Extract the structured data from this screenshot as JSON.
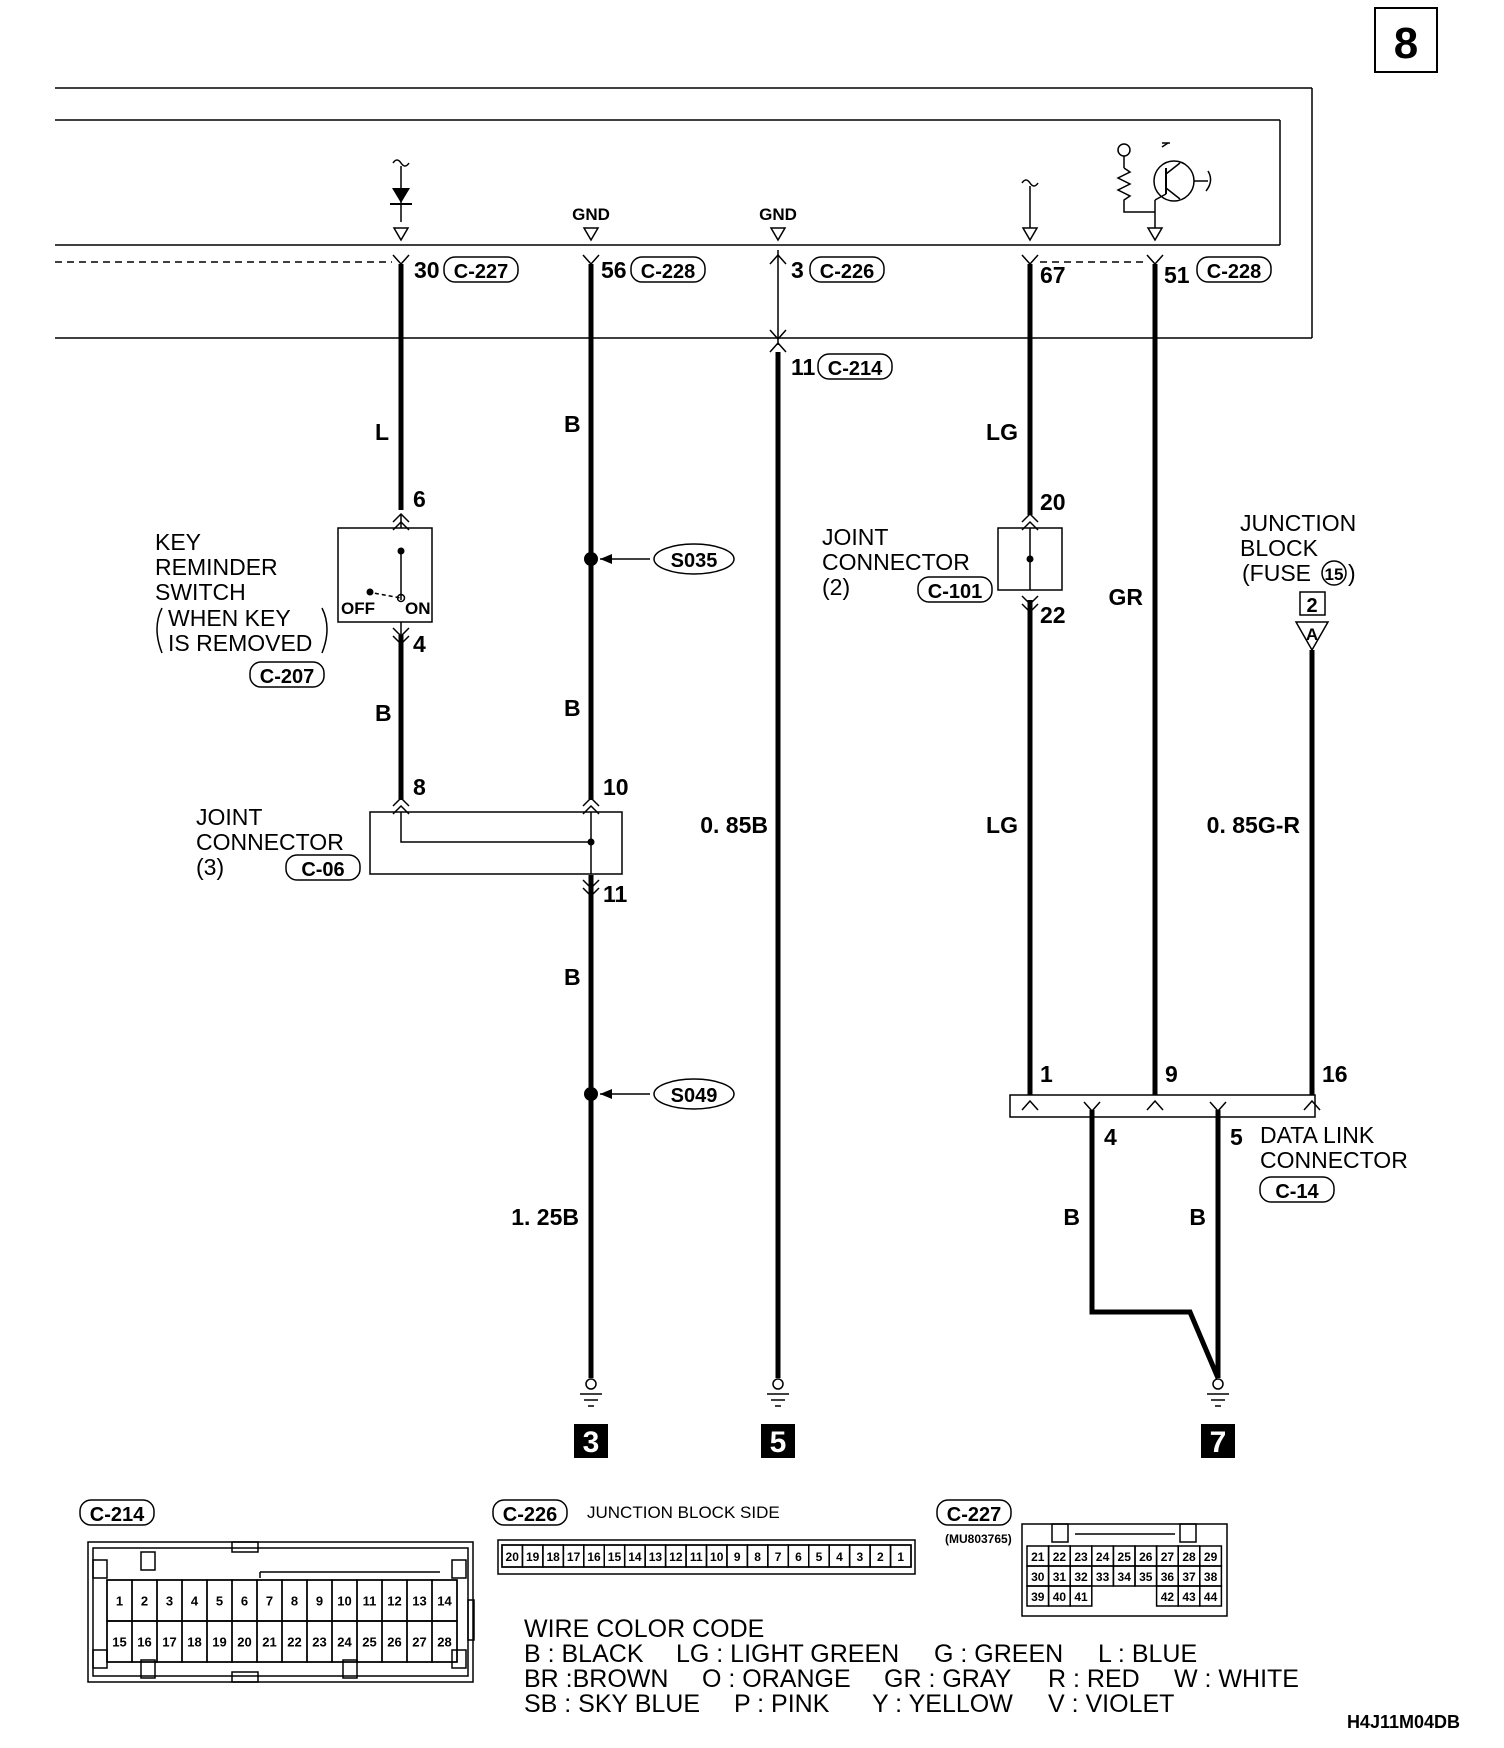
{
  "page_number": "8",
  "figure_code": "H4J11M04DB",
  "gnd_labels": [
    "GND",
    "GND"
  ],
  "ecu_pins": {
    "p30": {
      "pin": "30",
      "conn": "C-227"
    },
    "p56": {
      "pin": "56",
      "conn": "C-228"
    },
    "p3": {
      "pin": "3",
      "conn": "C-226"
    },
    "p11": {
      "pin": "11",
      "conn": "C-214"
    },
    "p67": {
      "pin": "67"
    },
    "p51": {
      "pin": "51",
      "conn": "C-228"
    }
  },
  "wire_colors": {
    "w1_top": "L",
    "w1_mid": "B",
    "w2_top": "B",
    "w2_mid": "B",
    "w2_low": "B",
    "w2_bottom": "1. 25B",
    "w3": "0. 85B",
    "w4_top": "LG",
    "w4_low": "LG",
    "w5": "GR",
    "w6": "0. 85G-R",
    "dlc4": "B",
    "dlc5": "B"
  },
  "key_reminder_switch": {
    "line1": "KEY",
    "line2": "REMINDER",
    "line3": "SWITCH",
    "line4": "WHEN KEY",
    "line5": "IS REMOVED",
    "conn": "C-207",
    "pin_top": "6",
    "pin_bottom": "4",
    "off": "OFF",
    "on": "ON"
  },
  "splices": {
    "s1": "S035",
    "s2": "S049"
  },
  "joint_connector_3": {
    "line1": "JOINT",
    "line2": "CONNECTOR",
    "line3": "(3)",
    "conn": "C-06",
    "pin_a": "8",
    "pin_b": "10",
    "pin_c": "11"
  },
  "joint_connector_2": {
    "line1": "JOINT",
    "line2": "CONNECTOR",
    "line3": "(2)",
    "conn": "C-101",
    "pin_top": "20",
    "pin_bottom": "22"
  },
  "junction_block": {
    "line1": "JUNCTION",
    "line2": "BLOCK",
    "line3_pre": "(FUSE",
    "fuse": "15",
    "line3_post": ")",
    "box": "2",
    "arrow": "A"
  },
  "data_link_connector": {
    "line1": "DATA LINK",
    "line2": "CONNECTOR",
    "conn": "C-14",
    "pins": {
      "p1": "1",
      "p9": "9",
      "p16": "16",
      "p4": "4",
      "p5": "5"
    }
  },
  "grounds": {
    "g3": "3",
    "g5": "5",
    "g7": "7"
  },
  "conn_c214": {
    "tag": "C-214",
    "row1": [
      "1",
      "2",
      "3",
      "4",
      "5",
      "6",
      "7",
      "8",
      "9",
      "10",
      "11",
      "12",
      "13",
      "14"
    ],
    "row2": [
      "15",
      "16",
      "17",
      "18",
      "19",
      "20",
      "21",
      "22",
      "23",
      "24",
      "25",
      "26",
      "27",
      "28"
    ]
  },
  "conn_c226": {
    "tag": "C-226",
    "side": "JUNCTION BLOCK SIDE",
    "row": [
      "20",
      "19",
      "18",
      "17",
      "16",
      "15",
      "14",
      "13",
      "12",
      "11",
      "10",
      "9",
      "8",
      "7",
      "6",
      "5",
      "4",
      "3",
      "2",
      "1"
    ]
  },
  "conn_c227": {
    "tag": "C-227",
    "part": "(MU803765)",
    "row1": [
      "21",
      "22",
      "23",
      "24",
      "25",
      "26",
      "27",
      "28",
      "29"
    ],
    "row2": [
      "30",
      "31",
      "32",
      "33",
      "34",
      "35",
      "36",
      "37",
      "38"
    ],
    "row3_left": [
      "39",
      "40",
      "41"
    ],
    "row3_right": [
      "42",
      "43",
      "44"
    ]
  },
  "wire_color_code": {
    "title": "WIRE COLOR CODE",
    "line1": [
      "B : BLACK",
      "LG : LIGHT GREEN",
      "G : GREEN",
      "L : BLUE"
    ],
    "line2": [
      "BR :BROWN",
      "O : ORANGE",
      "GR : GRAY",
      "R : RED",
      "W : WHITE"
    ],
    "line3": [
      "SB : SKY BLUE",
      "P : PINK",
      "Y : YELLOW",
      "V : VIOLET"
    ]
  }
}
